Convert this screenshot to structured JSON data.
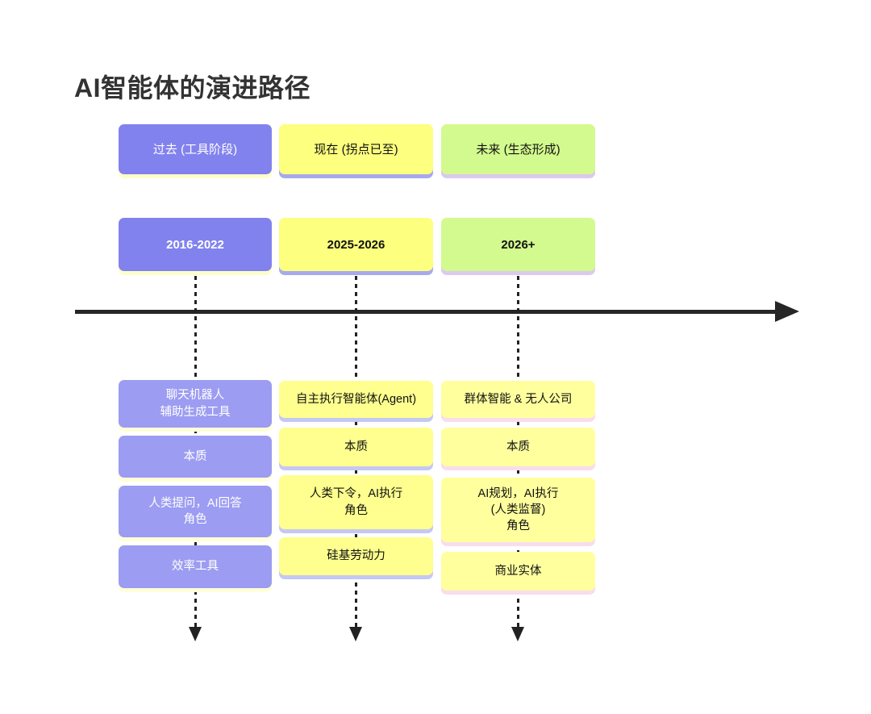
{
  "title": "AI智能体的演进路径",
  "columns": [
    {
      "id": "past",
      "header": "过去 (工具阶段)",
      "period": "2016-2022",
      "items": [
        "聊天机器人\n辅助生成工具",
        "本质",
        "人类提问，AI回答\n角色",
        "效率工具"
      ]
    },
    {
      "id": "present",
      "header": "现在 (拐点已至)",
      "period": "2025-2026",
      "items": [
        "自主执行智能体(Agent)",
        "本质",
        "人类下令，AI执行\n角色",
        "硅基劳动力"
      ]
    },
    {
      "id": "future",
      "header": "未来 (生态形成)",
      "period": "2026+",
      "items": [
        "群体智能 & 无人公司",
        "本质",
        "AI规划，AI执行\n(人类监督)\n角色",
        "商业实体"
      ]
    }
  ],
  "colors": {
    "past_primary": "#8282ee",
    "past_light": "#9c9cf2",
    "present_primary": "#fdff7e",
    "present_light": "#feff8e",
    "future_primary": "#d3fa8e",
    "future_light": "#ffff9e",
    "shadow_pale_yellow": "#fdffc9",
    "shadow_periwinkle": "#a7a9ef",
    "shadow_lavender": "#dbc9ef",
    "shadow_pink": "#f9dcee",
    "axis": "#262626",
    "title_text": "#333333"
  }
}
